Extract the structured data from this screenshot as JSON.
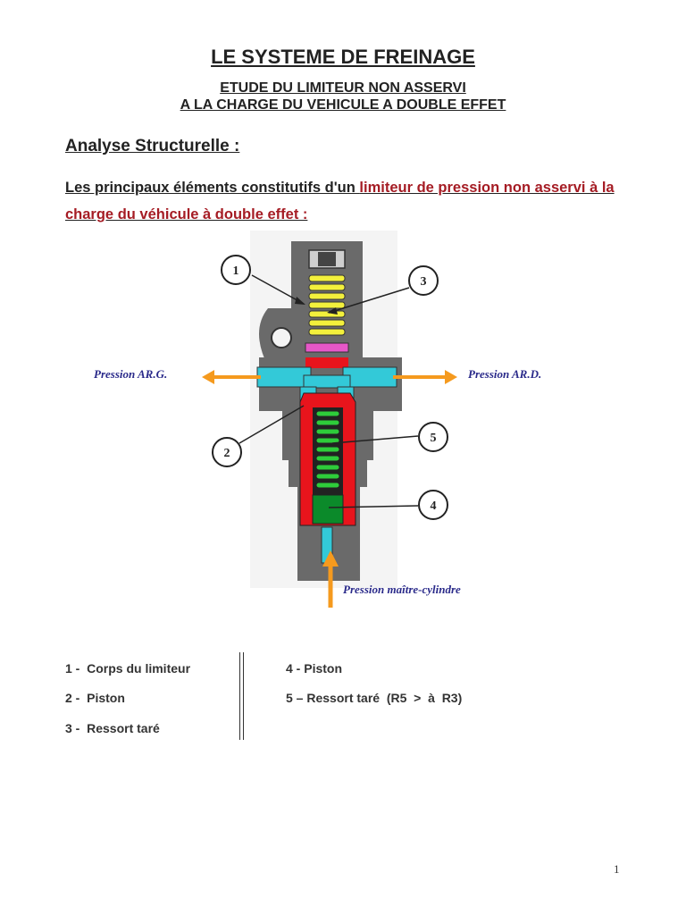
{
  "header": {
    "title": "LE SYSTEME DE FREINAGE",
    "subtitle_line1": "ETUDE DU LIMITEUR NON ASSERVI",
    "subtitle_line2": "A LA CHARGE DU VEHICULE A DOUBLE EFFET"
  },
  "section_title": "Analyse Structurelle :",
  "intro": {
    "part1": " Les principaux éléments constitutifs d'un ",
    "part2": "limiteur de pression non asservi à la charge du véhicule à double effet :"
  },
  "diagram": {
    "labels": {
      "left_pressure": "Pression AR.G.",
      "right_pressure": "Pression AR.D.",
      "master_pressure": "Pression maître-cylindre"
    },
    "callouts": [
      "1",
      "2",
      "3",
      "4",
      "5"
    ],
    "colors": {
      "body": "#555555",
      "channel": "#33c9d8",
      "piston": "#e8141c",
      "spring_top": "#f3f03c",
      "spring_bottom": "#2ecc3a",
      "piston_small": "#0b8a2a",
      "seal": "#e657c8",
      "arrow": "#f59a1e"
    }
  },
  "legend": {
    "left": [
      "1 -  Corps du limiteur",
      "2 -  Piston",
      "3 -  Ressort taré"
    ],
    "right": [
      "4 - Piston",
      "5 – Ressort taré  (R5  >  à  R3)"
    ]
  },
  "page_number": "1"
}
